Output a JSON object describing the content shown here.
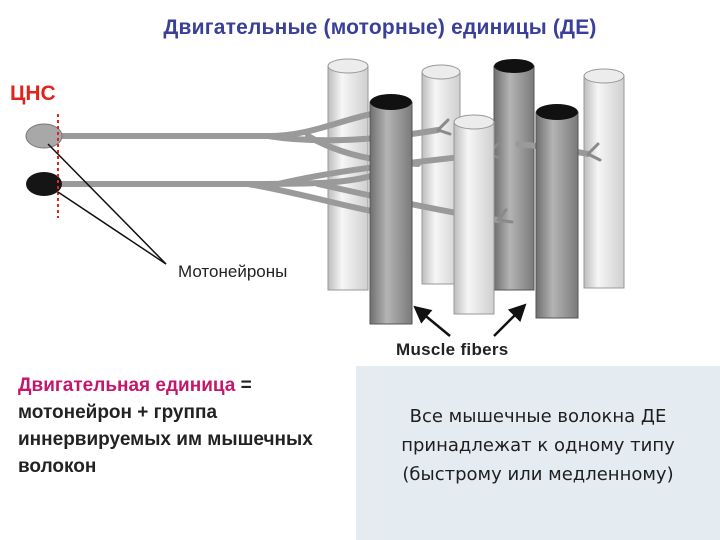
{
  "title": "Двигательные (моторные) единицы (ДЕ)",
  "labels": {
    "cns": "ЦНС",
    "motoneurons": "Мотонейроны",
    "muscle_fibers": "Muscle fibers"
  },
  "definition": {
    "term": "Двигательная единица",
    "equals": " =",
    "body": "мотонейрон + группа иннервируемых им мышечных волокон"
  },
  "note": {
    "text": "Все мышечные волокна ДЕ принадлежат к одному типу (быстрому или медленному)"
  },
  "colors": {
    "title": "#3a3f9a",
    "cns": "#e2231a",
    "definition_term": "#c4176c",
    "note_panel": "#e4ecf2"
  }
}
